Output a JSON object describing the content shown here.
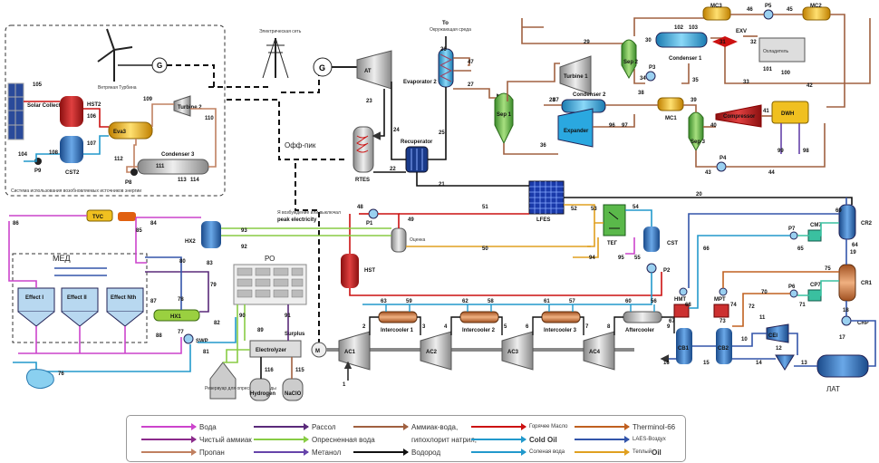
{
  "colors": {
    "water": "#cc44cc",
    "pure_ammonia": "#8b2a8b",
    "propane": "#c08060",
    "brine": "#5a2a7a",
    "desal_water": "#88cc44",
    "methanol": "#6644aa",
    "ammonia_water": "#a06040",
    "hydrogen": "#111111",
    "hot_oil": "#cc1111",
    "cold_oil": "#2299cc",
    "salt_water": "#2299cc",
    "therminol": "#c06020",
    "laes_air": "#3355aa",
    "warm_oil": "#e0a020",
    "power": "#111111"
  },
  "blocks": {
    "renewable_box_caption": "Система использования возобновляемых источников энергии",
    "wind_turbine": "Ветряная Турбина",
    "solar_collector": "Solar Collector",
    "hst2": "HST2",
    "cst2": "CST2",
    "eva3": "Eva3",
    "turbine2": "Turbine 2",
    "condenser3": "Condenser 3",
    "p9": "P9",
    "p8": "P8",
    "power_grid": "Электрическая сеть",
    "at": "AT",
    "rtes": "RTES",
    "offpeak": "Офф-пик",
    "evaporator2": "Evaporator 2",
    "to_env_title": "To",
    "to_env": "Окружающая среда",
    "recuperator": "Recuperator",
    "sep1": "Sep 1",
    "sep2": "Sep 2",
    "sep3": "Sep 3",
    "turbine1": "Turbine 1",
    "condenser1": "Condenser 1",
    "condenser2": "Condenser 2",
    "expander": "Expander",
    "mc1": "MC1",
    "mc2": "MC2",
    "mc3": "MC3",
    "p3": "P3",
    "p4": "P4",
    "p5": "P5",
    "exv": "EXV",
    "chiller": "Охладитель",
    "compressor": "Compressor",
    "dwh": "DWH",
    "lfes": "LFES",
    "teg": "ТЕГ",
    "cst": "CST",
    "p2": "P2",
    "p1": "P1",
    "hst": "HST",
    "evaporator_label": "Оценка",
    "peak_note": "Я возбуждение или выключал",
    "peak_electricity": "peak electricity",
    "tvc": "TVC",
    "hx2": "HX2",
    "med": "МЕД",
    "ro": "РО",
    "effect1": "Effect I",
    "effect2": "Effect II",
    "effectn": "Effect Nth",
    "hx1": "HX1",
    "swp": "SWP",
    "surplus": "Surplus",
    "electrolyzer": "Electrolyzer",
    "reservoir": "Резервуар для опресненной воды",
    "hydrogen": "Hydrogen",
    "naclo": "NaClO",
    "motor": "M",
    "ac1": "AC1",
    "ac2": "AC2",
    "ac3": "AC3",
    "ac4": "AC4",
    "ic1": "Intercooler 1",
    "ic2": "Intercooler 2",
    "ic3": "Intercooler 3",
    "aftercooler": "Aftercooler",
    "cr1": "CR1",
    "cr2": "CR2",
    "crp": "CRP",
    "cb1": "CB1",
    "cb2": "CB2",
    "cp7": "CP7",
    "cm7": "CM7",
    "p6": "P6",
    "p7": "P7",
    "hmt": "HMT",
    "mpt": "MPT",
    "cei": "CEI",
    "lat": "ЛАТ"
  },
  "stream_numbers": [
    "1",
    "2",
    "3",
    "4",
    "5",
    "6",
    "7",
    "8",
    "9",
    "10",
    "11",
    "12",
    "13",
    "14",
    "15",
    "16",
    "17",
    "18",
    "19",
    "20",
    "21",
    "22",
    "23",
    "24",
    "25",
    "26",
    "27",
    "28",
    "29",
    "30",
    "31",
    "32",
    "33",
    "34",
    "35",
    "36",
    "37",
    "38",
    "39",
    "40",
    "41",
    "42",
    "43",
    "44",
    "45",
    "46",
    "47",
    "48",
    "49",
    "50",
    "51",
    "52",
    "53",
    "54",
    "55",
    "56",
    "57",
    "58",
    "59",
    "60",
    "61",
    "62",
    "63",
    "64",
    "65",
    "66",
    "67",
    "68",
    "69",
    "70",
    "71",
    "72",
    "73",
    "74",
    "75",
    "76",
    "77",
    "78",
    "79",
    "80",
    "81",
    "82",
    "83",
    "84",
    "85",
    "86",
    "87",
    "88",
    "89",
    "90",
    "91",
    "92",
    "93",
    "94",
    "95",
    "96",
    "97",
    "98",
    "99",
    "100",
    "101",
    "102",
    "103",
    "104",
    "105",
    "106",
    "107",
    "108",
    "109",
    "110",
    "111",
    "112",
    "113",
    "114",
    "115",
    "116"
  ],
  "legend": [
    {
      "label": "Вода",
      "color": "#cc44cc"
    },
    {
      "label": "Чистый аммиак",
      "color": "#8b2a8b"
    },
    {
      "label": "Пропан",
      "color": "#c08060"
    },
    {
      "label": "Рассол",
      "color": "#5a2a7a"
    },
    {
      "label": "Опресненная вода",
      "color": "#88cc44"
    },
    {
      "label": "Метанол",
      "color": "#6644aa"
    },
    {
      "label": "Аммиак-вода,",
      "color": "#a06040"
    },
    {
      "label": "гипохлорит натрия,",
      "color": ""
    },
    {
      "label": "Водород",
      "color": "#111111"
    },
    {
      "label": "Горячее Масло",
      "color": "#cc1111"
    },
    {
      "label": "Cold Oil",
      "color": "#2299cc"
    },
    {
      "label": "Соленая вода",
      "color": "#2299cc"
    },
    {
      "label": "Therminol-66",
      "color": "#c06020"
    },
    {
      "label": "LAES-Воздух",
      "color": "#3355aa"
    },
    {
      "label": "Теплый",
      "color": "#e0a020"
    },
    {
      "label": "Oil",
      "color": ""
    }
  ]
}
